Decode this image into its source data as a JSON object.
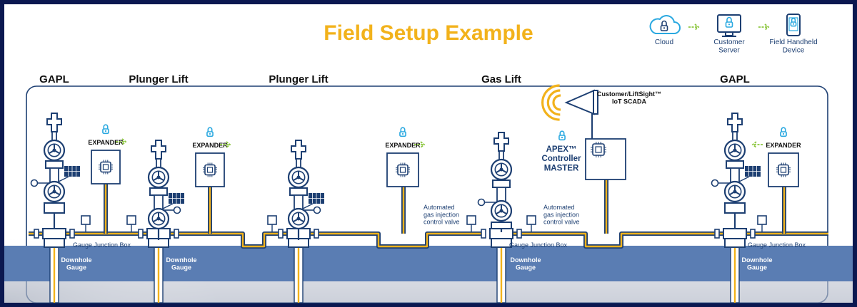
{
  "title": "Field Setup Example",
  "flow": {
    "steps": [
      {
        "label": "Cloud",
        "icon": "cloud-lock-icon"
      },
      {
        "label": "Customer\nServer",
        "icon": "monitor-lock-icon"
      },
      {
        "label": "Field Handheld\nDevice",
        "icon": "handheld-lock-icon"
      }
    ]
  },
  "sections": [
    "GAPL",
    "Plunger Lift",
    "Plunger Lift",
    "Gas Lift",
    "GAPL"
  ],
  "labels": {
    "expander": "EXPANDER",
    "gauge_junction_box": "Gauge Junction Box",
    "downhole_gauge": "Downhole\nGauge",
    "automated_valve": "Automated\ngas injection\ncontrol valve",
    "scada": "Customer/LiftSight™\nIoT SCADA",
    "master": "APEX™\nController\nMASTER"
  },
  "colors": {
    "frame": "#0b1850",
    "navy": "#1d3f72",
    "ground": "#5a7db3",
    "yellow": "#f2b21b",
    "title": "#f2b21b",
    "green": "#8cc63f",
    "lock": "#29a8e0"
  }
}
